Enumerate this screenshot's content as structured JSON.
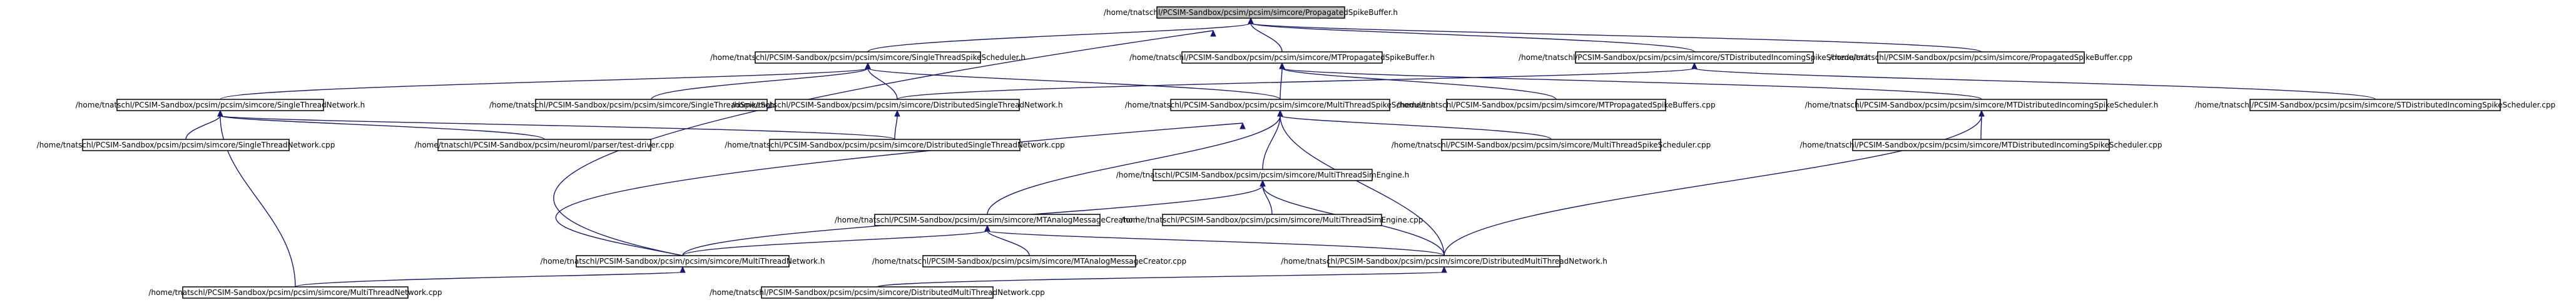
{
  "colors": {
    "edge": "#191970",
    "root_fill": "#bfbfbf",
    "node_fill": "#ffffff",
    "node_border": "#000000",
    "text": "#000000"
  },
  "nodes": [
    {
      "id": "n0",
      "label": "/home/tnatschl/PCSIM-Sandbox/pcsim/pcsim/simcore/PropagatedSpikeBuffer.h",
      "root": true
    },
    {
      "id": "n1",
      "label": "/home/tnatschl/PCSIM-Sandbox/pcsim/pcsim/simcore/SingleThreadSpikeScheduler.h"
    },
    {
      "id": "n2",
      "label": "/home/tnatschl/PCSIM-Sandbox/pcsim/pcsim/simcore/MTPropagatedSpikeBuffer.h"
    },
    {
      "id": "n3",
      "label": "/home/tnatschl/PCSIM-Sandbox/pcsim/pcsim/simcore/STDistributedIncomingSpikeScheduler.h"
    },
    {
      "id": "n4",
      "label": "/home/tnatschl/PCSIM-Sandbox/pcsim/pcsim/simcore/PropagatedSpikeBuffer.cpp"
    },
    {
      "id": "n5",
      "label": "/home/tnatschl/PCSIM-Sandbox/pcsim/pcsim/simcore/SingleThreadNetwork.h"
    },
    {
      "id": "n6",
      "label": "/home/tnatschl/PCSIM-Sandbox/pcsim/pcsim/simcore/SingleThreadSpikeScheduler.cpp"
    },
    {
      "id": "n7",
      "label": "/home/tnatschl/PCSIM-Sandbox/pcsim/pcsim/simcore/DistributedSingleThreadNetwork.h"
    },
    {
      "id": "n8",
      "label": "/home/tnatschl/PCSIM-Sandbox/pcsim/pcsim/simcore/MultiThreadSpikeScheduler.h"
    },
    {
      "id": "n9",
      "label": "/home/tnatschl/PCSIM-Sandbox/pcsim/pcsim/simcore/MTPropagatedSpikeBuffers.cpp"
    },
    {
      "id": "n10",
      "label": "/home/tnatschl/PCSIM-Sandbox/pcsim/pcsim/simcore/MTDistributedIncomingSpikeScheduler.h"
    },
    {
      "id": "n11",
      "label": "/home/tnatschl/PCSIM-Sandbox/pcsim/pcsim/simcore/STDistributedIncomingSpikeScheduler.cpp"
    },
    {
      "id": "n12",
      "label": "/home/tnatschl/PCSIM-Sandbox/pcsim/pcsim/simcore/SingleThreadNetwork.cpp"
    },
    {
      "id": "n13",
      "label": "/home/tnatschl/PCSIM-Sandbox/pcsim/neuroml/parser/test-driver.cpp"
    },
    {
      "id": "n14",
      "label": "/home/tnatschl/PCSIM-Sandbox/pcsim/pcsim/simcore/DistributedSingleThreadNetwork.cpp"
    },
    {
      "id": "n15",
      "label": "/home/tnatschl/PCSIM-Sandbox/pcsim/pcsim/simcore/MultiThreadSpikeScheduler.cpp"
    },
    {
      "id": "n16",
      "label": "/home/tnatschl/PCSIM-Sandbox/pcsim/pcsim/simcore/MTDistributedIncomingSpikeScheduler.cpp"
    },
    {
      "id": "n17",
      "label": "/home/tnatschl/PCSIM-Sandbox/pcsim/pcsim/simcore/MultiThreadSimEngine.h"
    },
    {
      "id": "n18",
      "label": "/home/tnatschl/PCSIM-Sandbox/pcsim/pcsim/simcore/MTAnalogMessageCreator.h"
    },
    {
      "id": "n19",
      "label": "/home/tnatschl/PCSIM-Sandbox/pcsim/pcsim/simcore/MultiThreadSimEngine.cpp"
    },
    {
      "id": "n20",
      "label": "/home/tnatschl/PCSIM-Sandbox/pcsim/pcsim/simcore/MultiThreadNetwork.h"
    },
    {
      "id": "n21",
      "label": "/home/tnatschl/PCSIM-Sandbox/pcsim/pcsim/simcore/MTAnalogMessageCreator.cpp"
    },
    {
      "id": "n22",
      "label": "/home/tnatschl/PCSIM-Sandbox/pcsim/pcsim/simcore/DistributedMultiThreadNetwork.h"
    },
    {
      "id": "n23",
      "label": "/home/tnatschl/PCSIM-Sandbox/pcsim/pcsim/simcore/MultiThreadNetwork.cpp"
    },
    {
      "id": "n24",
      "label": "/home/tnatschl/PCSIM-Sandbox/pcsim/pcsim/simcore/DistributedMultiThreadNetwork.cpp"
    }
  ],
  "edges": [
    [
      "n1",
      "n0"
    ],
    [
      "n2",
      "n0"
    ],
    [
      "n3",
      "n0"
    ],
    [
      "n4",
      "n0"
    ],
    [
      "n20",
      "n0"
    ],
    [
      "n5",
      "n1"
    ],
    [
      "n6",
      "n1"
    ],
    [
      "n7",
      "n1"
    ],
    [
      "n8",
      "n1"
    ],
    [
      "n8",
      "n2"
    ],
    [
      "n9",
      "n2"
    ],
    [
      "n10",
      "n2"
    ],
    [
      "n7",
      "n3"
    ],
    [
      "n11",
      "n3"
    ],
    [
      "n12",
      "n5"
    ],
    [
      "n13",
      "n5"
    ],
    [
      "n14",
      "n5"
    ],
    [
      "n23",
      "n5"
    ],
    [
      "n14",
      "n7"
    ],
    [
      "n15",
      "n8"
    ],
    [
      "n17",
      "n8"
    ],
    [
      "n18",
      "n8"
    ],
    [
      "n20",
      "n8"
    ],
    [
      "n22",
      "n8"
    ],
    [
      "n16",
      "n10"
    ],
    [
      "n22",
      "n10"
    ],
    [
      "n19",
      "n17"
    ],
    [
      "n20",
      "n17"
    ],
    [
      "n22",
      "n17"
    ],
    [
      "n21",
      "n18"
    ],
    [
      "n20",
      "n18"
    ],
    [
      "n22",
      "n18"
    ],
    [
      "n23",
      "n20"
    ],
    [
      "n24",
      "n22"
    ]
  ]
}
